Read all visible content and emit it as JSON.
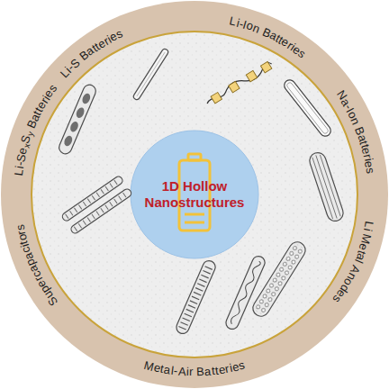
{
  "diagram": {
    "nodes": [
      {
        "text": [
          "Li-S Batteries",
          "Li-Ion Batteries",
          "Na-Ion Batteries",
          "Li Metal Anodes",
          "Metal-Air Batteries",
          "Supercapacitors",
          "Li-SexSy Batteries"
        ]
      },
      {
        "text": [
          "1D Hollow Nanostructures"
        ],
        "in": 0
      }
    ]
  }
}
